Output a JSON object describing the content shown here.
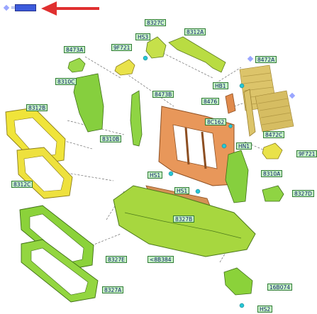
{
  "diagram": {
    "reference_callout": "8472C",
    "equals_sign": "=",
    "arrow_color": "#e03030",
    "part_colors": {
      "yellow": "#f0e43a",
      "green": "#8bd23a",
      "orange": "#e89a55",
      "tan": "#d8bf6a"
    },
    "callouts": {
      "c_8327C": "8327C",
      "c_8312A": "8312A",
      "c_HS3": "HS3",
      "c_8473A": "8473A",
      "c_9F721_top": "9F721",
      "c_8472A": "8472A",
      "c_8310C": "8310C",
      "c_8473B": "8473B",
      "c_HB1": "HB1",
      "c_8476": "8476",
      "c_8312B": "8312B",
      "c_8C162": "8C162",
      "c_8472C": "8472C",
      "c_8310B": "8310B",
      "c_HN1": "HN1",
      "c_9F721_right": "9F721",
      "c_HS1_mid": "HS1",
      "c_8310A": "8310A",
      "c_8312C": "8312C",
      "c_HS1_low": "HS1",
      "c_8327D": "8327D",
      "c_8327B": "8327B",
      "c_8B384": "<8B384",
      "c_8327E": "8327E",
      "c_16B074": "16B074",
      "c_8327A": "8327A",
      "c_HS2": "HS2"
    }
  }
}
